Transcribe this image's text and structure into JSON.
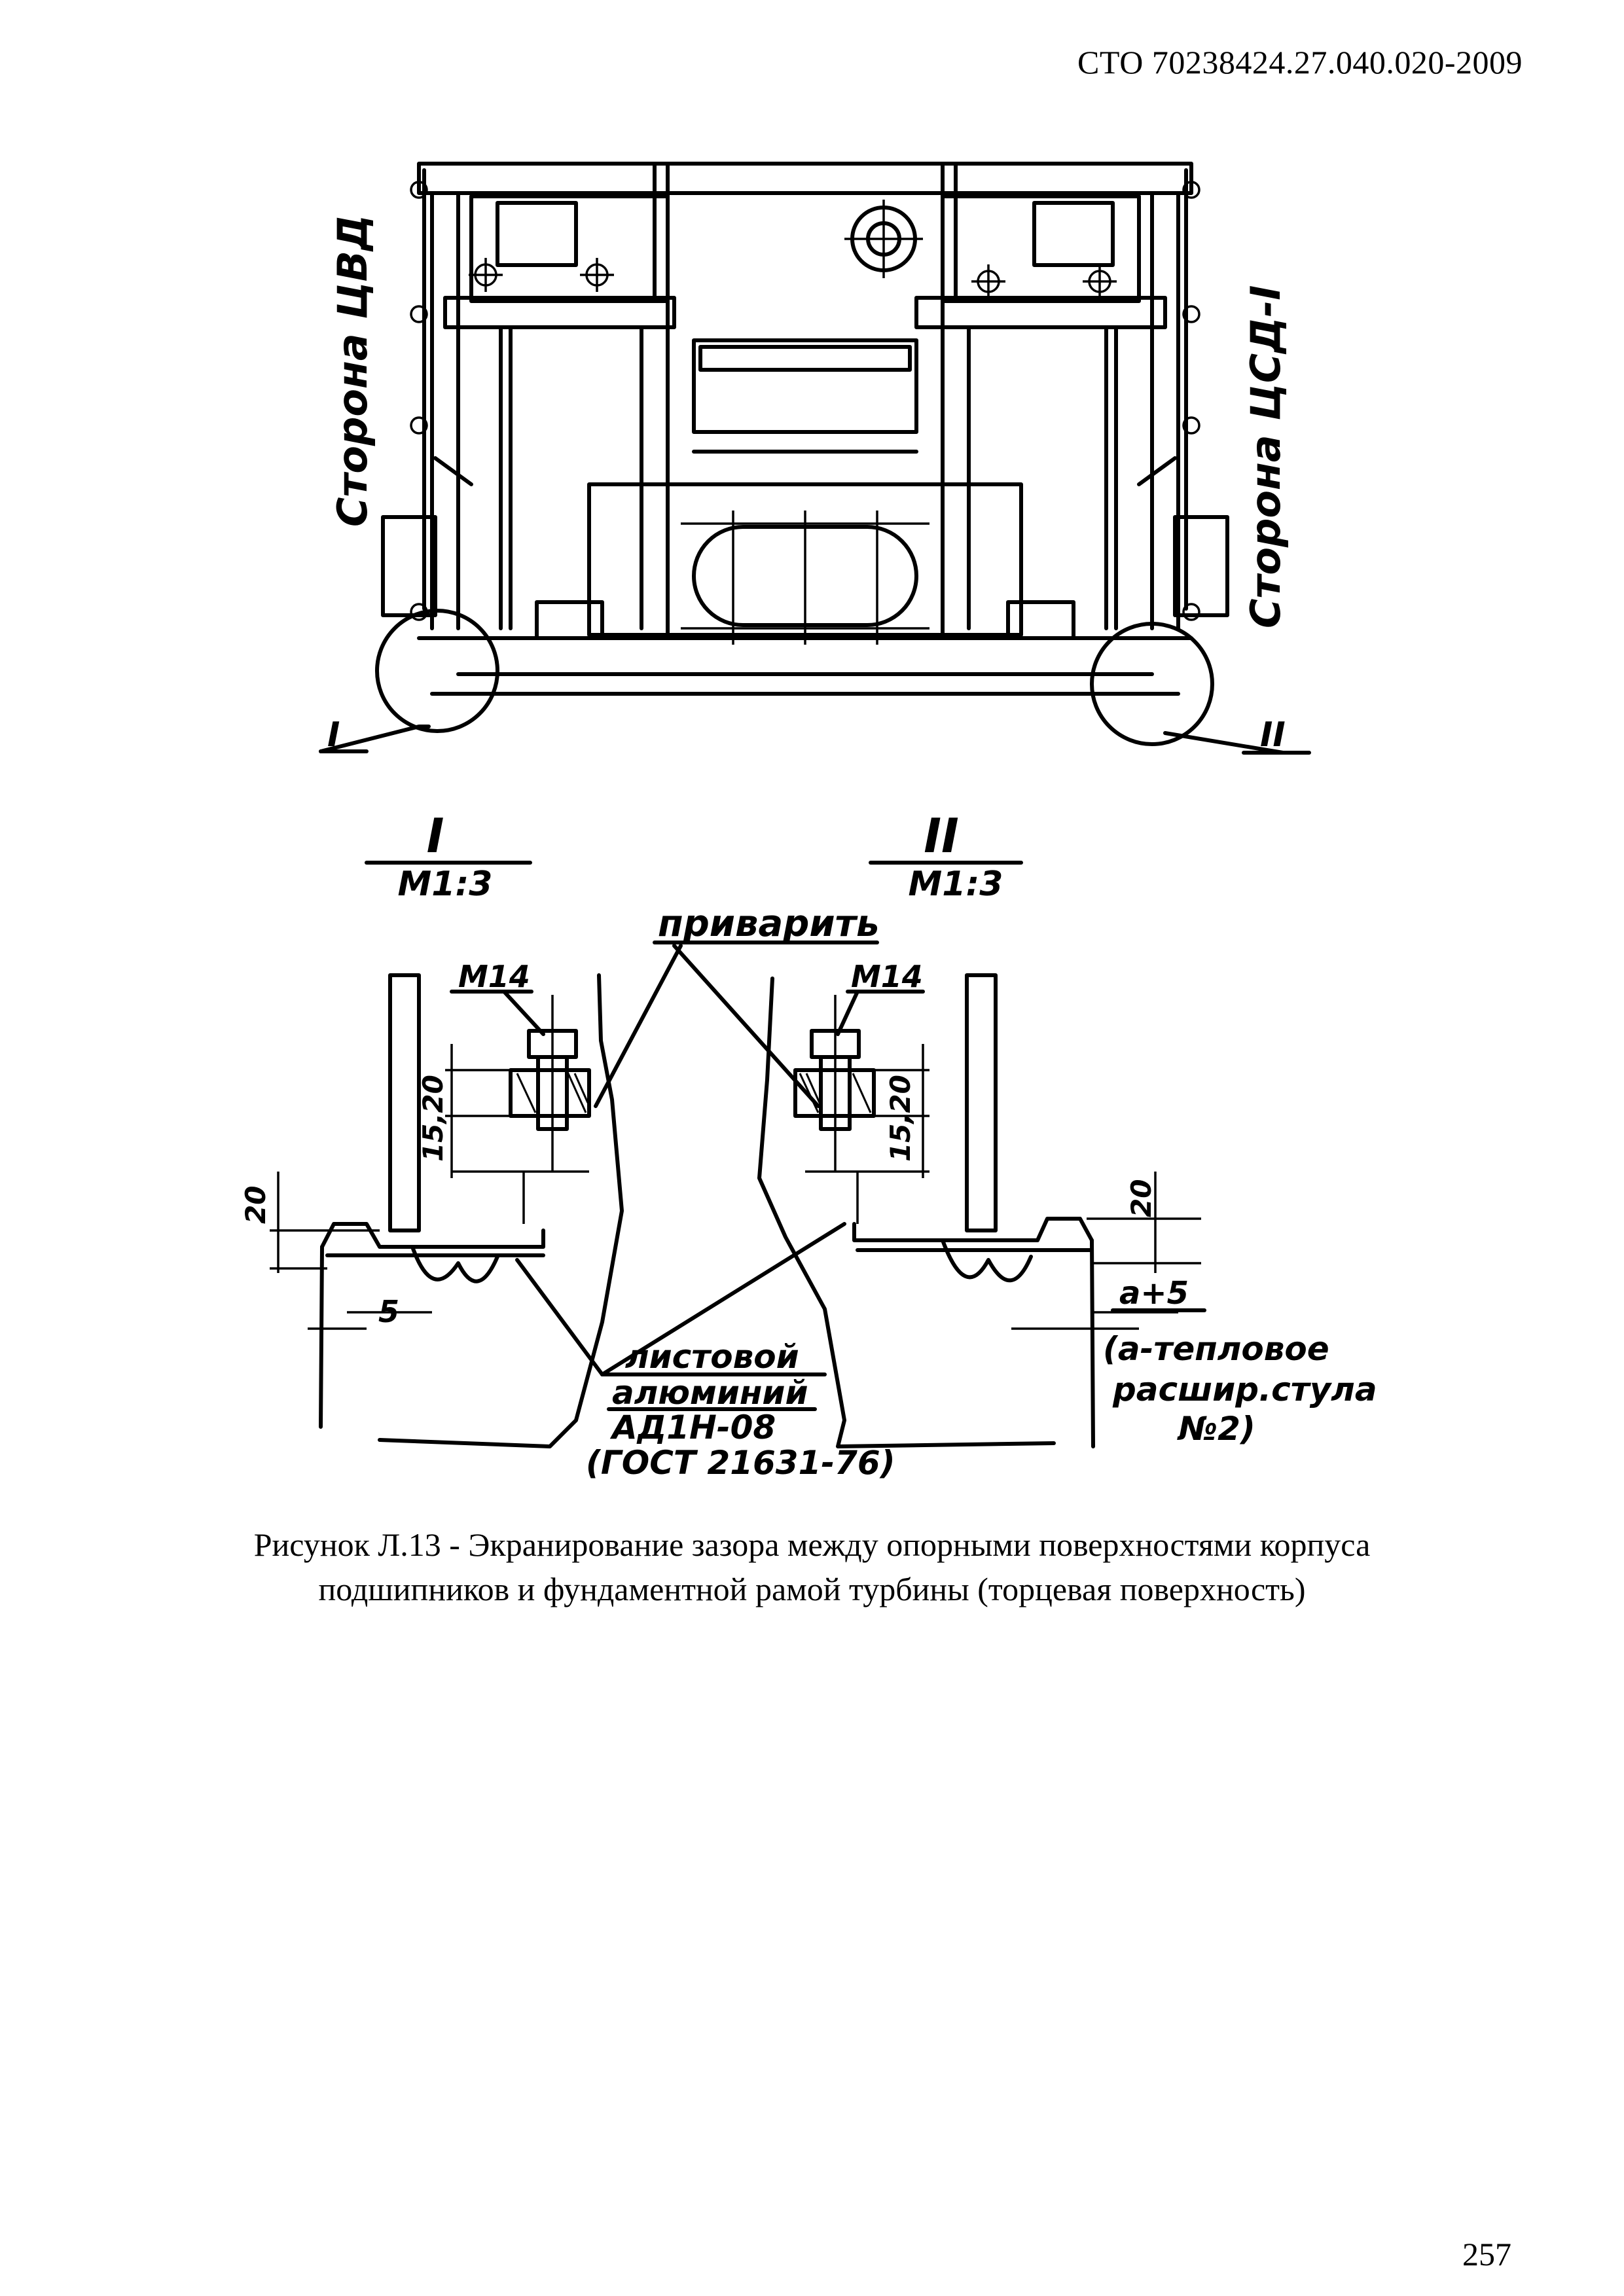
{
  "header": {
    "doc_code": "СТО 70238424.27.040.020-2009"
  },
  "drawing": {
    "side_left": "Сторона ЦВД",
    "side_right": "Сторона ЦСД-I",
    "callout_1": "I",
    "callout_2": "II",
    "detail_1_label": "I",
    "detail_1_scale": "М1:3",
    "detail_2_label": "II",
    "detail_2_scale": "М1:3",
    "weld_note": "приварить",
    "bolt_left": "М14",
    "bolt_right": "М14",
    "dim_15_20_left": "15,20",
    "dim_15_20_right": "15,20",
    "dim_20_left": "20",
    "dim_20_right": "20",
    "dim_5": "5",
    "dim_a5": "а+5",
    "material_line1": "листовой",
    "material_line2": "алюминий",
    "material_line3": "АД1Н-08",
    "material_line4": "(ГОСТ 21631-76)",
    "note_line1": "(а-тепловое",
    "note_line2": "расшир.стула",
    "note_line3": "№2)"
  },
  "caption": {
    "line1": "Рисунок Л.13 - Экранирование зазора между опорными поверхностями корпуса",
    "line2": "подшипников и фундаментной рамой турбины (торцевая поверхность)"
  },
  "page_number": "257"
}
